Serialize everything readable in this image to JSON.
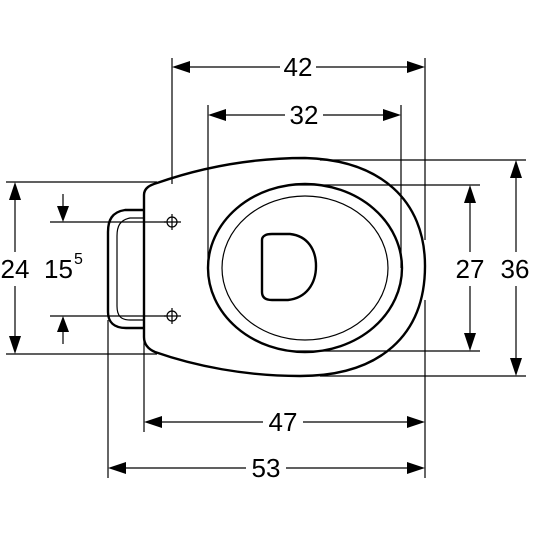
{
  "dimensions": {
    "top_outer": "42",
    "top_inner": "32",
    "bottom_inner": "47",
    "bottom_outer": "53",
    "right_inner": "27",
    "right_outer": "36",
    "left_outer": "24",
    "left_inner_base": "15",
    "left_inner_sup": "5"
  }
}
